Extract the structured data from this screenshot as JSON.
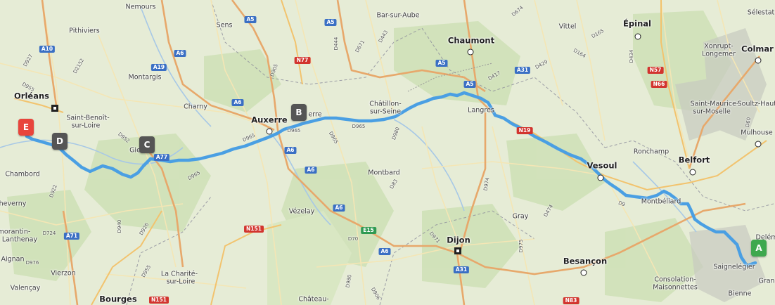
{
  "colors": {
    "route": "#4a9fe3",
    "marker_start": "#3ea84e",
    "marker_end": "#e8453c",
    "marker_waypoint": "#555555"
  },
  "markers": {
    "a": "A",
    "b": "B",
    "c": "C",
    "d": "D",
    "e": "E"
  },
  "places": {
    "nemours": "Nemours",
    "sens": "Sens",
    "bar_sur_aube": "Bar-sur-Aube",
    "vittel": "Vittel",
    "epinal": "Épinal",
    "selestat": "Sélestat",
    "pithiviers": "Pithiviers",
    "chaumont": "Chaumont",
    "xonrupt": "Xonrupt-",
    "longemer": "Longemer",
    "colmar": "Colmar",
    "montargis": "Montargis",
    "orleans": "Orléans",
    "charny": "Charny",
    "saint_maurice": "Saint-Maurice-",
    "sur_moselle": "sur-Moselle",
    "soultz": "Soultz-Haut-",
    "saint_benoit": "Saint-Benoît-",
    "sur_loire": "sur-Loire",
    "auxerre": "Auxerre",
    "erre": "erre",
    "chatillon": "Châtillon-",
    "sur_seine": "sur-Seine",
    "langres": "Langres",
    "mulhouse": "Mulhouse",
    "gien": "Gien",
    "ronchamp": "Ronchamp",
    "belfort": "Belfort",
    "chambord": "Chambord",
    "montbard": "Montbard",
    "vesoul": "Vesoul",
    "cheverny": "heverny",
    "montbeliard": "Montbéliard",
    "vezelay": "Vézelay",
    "gray": "Gray",
    "romorantin": "morantin-",
    "lanthenay": "Lanthenay",
    "delemont": "Delém",
    "dijon": "Dijon",
    "aignan": "Aignan",
    "vierzon": "Vierzon",
    "saignelegier": "Saignelégier",
    "besancon": "Besançon",
    "la_charite": "La Charité-",
    "la_charite_2": "sur-Loire",
    "consolation": "Consolation-",
    "maisonnettes": "Maisonnettes",
    "valencay": "Valençay",
    "bourges": "Bourges",
    "chateau": "Château-",
    "bienne": "Bienne",
    "gran": "Gran"
  },
  "roads": {
    "a10": "A10",
    "a6_n": "A6",
    "a5_n": "A5",
    "a5_ne": "A5",
    "a19": "A19",
    "a6_c": "A6",
    "a6_s": "A6",
    "a6_ss": "A6",
    "a31_n": "A31",
    "a31_s": "A31",
    "a5_c": "A5",
    "a77": "A77",
    "a71": "A71",
    "e15": "E15",
    "n77": "N77",
    "n57": "N57",
    "n66": "N66",
    "n19": "N19",
    "n151": "N151",
    "n151_s": "N151",
    "n83": "N83",
    "d927": "D927",
    "d2152": "D2152",
    "d955": "D955",
    "d952": "D952",
    "d965_a": "D965",
    "d965_b": "D965",
    "d965_c": "D965",
    "d965_d": "D965",
    "d965_e": "D965",
    "d905": "D905",
    "d444": "D444",
    "d671": "D671",
    "d443": "D443",
    "d674": "D674",
    "d165": "D165",
    "d164": "D164",
    "d434": "D434",
    "d429": "D429",
    "d417": "D417",
    "d980": "D980",
    "d974": "D974",
    "d975": "D975",
    "d474": "D474",
    "d9": "D9",
    "d922": "D922",
    "d724": "D724",
    "d940": "D940",
    "d926": "D926",
    "d955_s": "D955",
    "d976": "D976",
    "d70": "D70",
    "d971": "D971",
    "d906": "D906",
    "d980_s": "D980",
    "d83": "D83",
    "d60": "D60"
  }
}
